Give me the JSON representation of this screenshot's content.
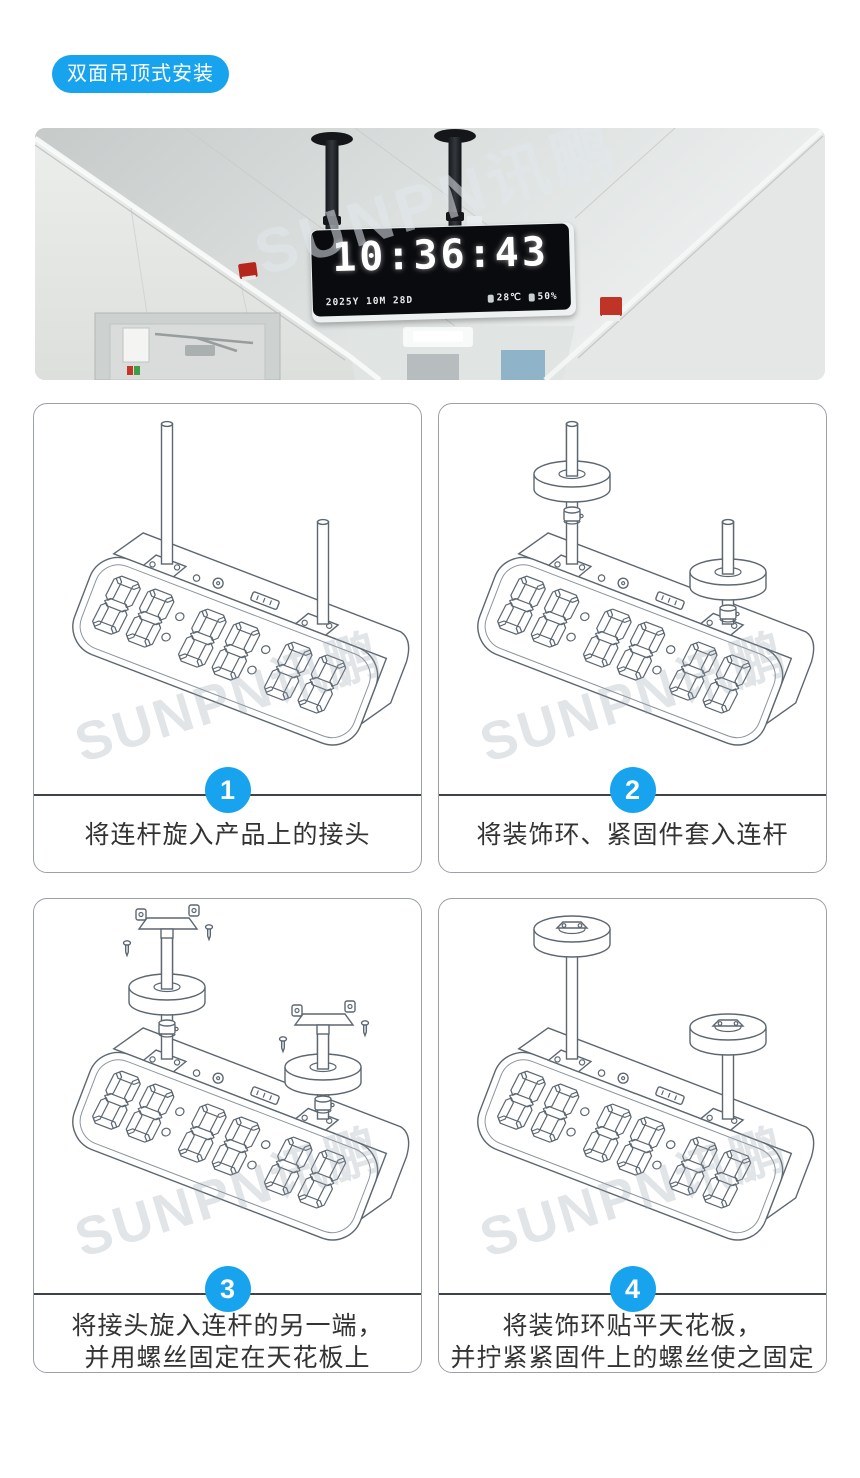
{
  "colors": {
    "accent": "#18a3ef",
    "line_art": "#5d6771",
    "divider": "#3e4348"
  },
  "watermark": "SUNPN讯鹏",
  "header_badge": {
    "label": "双面吊顶式安装"
  },
  "photo": {
    "clock": {
      "time": "10:36:43",
      "date": "2025Y 10M 28D",
      "temperature": "28℃",
      "humidity": "50%"
    }
  },
  "steps": [
    {
      "number": "1",
      "caption_line1": "将连杆旋入产品上的接头",
      "caption_line2": ""
    },
    {
      "number": "2",
      "caption_line1": "将装饰环、紧固件套入连杆",
      "caption_line2": ""
    },
    {
      "number": "3",
      "caption_line1": "将接头旋入连杆的另一端，",
      "caption_line2": "并用螺丝固定在天花板上"
    },
    {
      "number": "4",
      "caption_line1": "将装饰环贴平天花板，",
      "caption_line2": "并拧紧紧固件上的螺丝使之固定"
    }
  ]
}
